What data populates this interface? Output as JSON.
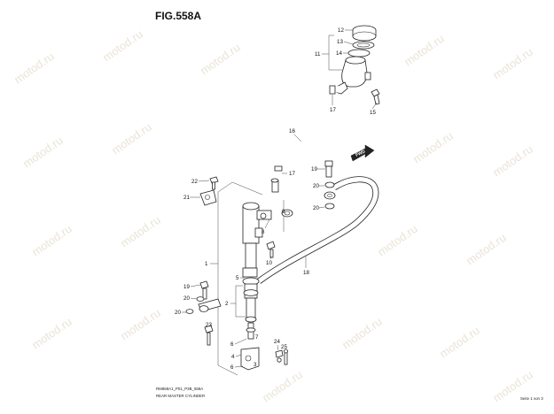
{
  "figure": {
    "title": "FIG.558A",
    "footer_code": "RM858A1_P01_P3B_558A",
    "footer_caption": "REAR MASTER CYLINDER",
    "page_label": "Seite 1 von 3",
    "fwd_label": "FWD",
    "watermark": "motod.ru"
  },
  "callouts": {
    "c12": "12",
    "c13": "13",
    "c14": "14",
    "c11": "11",
    "c15": "15",
    "c17a": "17",
    "c16": "16",
    "c17b": "17",
    "c19a": "19",
    "c20a": "20",
    "c20b": "20",
    "c22": "22",
    "c21": "21",
    "c9": "9",
    "c8": "8",
    "c10": "10",
    "c18": "18",
    "c1": "1",
    "c5": "5",
    "c19b": "19",
    "c20c": "20",
    "c2": "2",
    "c20d": "20",
    "c23": "23",
    "c24": "24",
    "c25": "25",
    "c6a": "6",
    "c4": "4",
    "c6b": "6",
    "c7": "7",
    "c3": "3"
  }
}
